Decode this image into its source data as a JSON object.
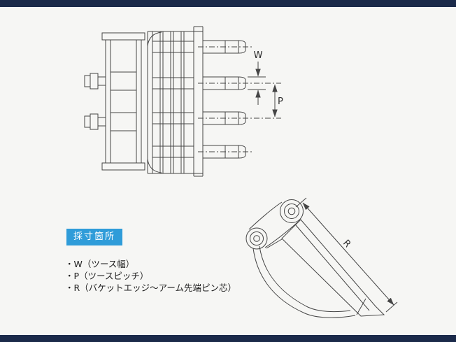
{
  "window": {
    "background": "#f6f6f4",
    "frame_bar_color": "#1b2a4a"
  },
  "colors": {
    "drawing_line": "#454545",
    "legend_blue": "#2f9cd9",
    "legend_text": "#ffffff",
    "body_text": "#1f1f1f"
  },
  "diagram": {
    "labels": {
      "w": "W",
      "p": "P",
      "r": "R"
    }
  },
  "legend": {
    "header": "採寸箇所",
    "items": [
      "・W（ツース幅）",
      "・P（ツースピッチ）",
      "・R（バケットエッジ～アーム先端ピン芯）"
    ]
  }
}
